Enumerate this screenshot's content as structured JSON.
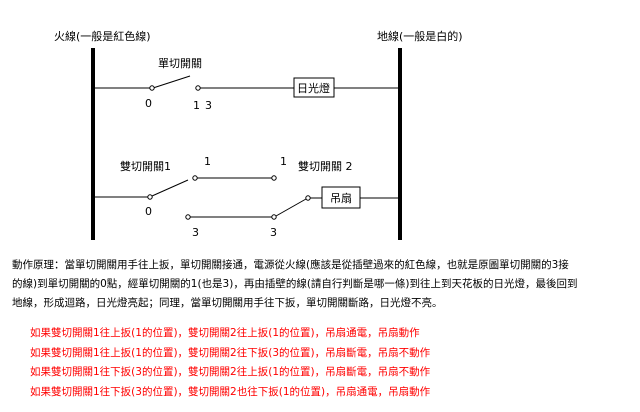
{
  "labels": {
    "live_wire": "火線(一般是紅色線)",
    "neutral_wire": "地線(一般是白的)",
    "single_switch": "單切開關",
    "single_pos_0": "0",
    "single_pos_1": "1",
    "single_pos_3": "3",
    "lamp": "日光燈",
    "dual_switch_1": "雙切開關1",
    "dual_switch_2": "雙切開關 2",
    "sw1_pos_1": "1",
    "sw1_pos_0": "0",
    "sw1_pos_3": "3",
    "sw2_pos_1": "1",
    "sw2_pos_3": "3",
    "fan": "吊扇"
  },
  "description": {
    "line1": "動作原理：當單切開關用手往上扳，單切開關接通，電源從火線(應該是從插壁過來的紅色線，也就是原圖單切開關的3接",
    "line2": "的線)到單切開關的0點，經單切開關的1(也是3)，再由插壁的線(請自行判斷是哪一條)到往上到天花板的日光燈，最後回到",
    "line3": "地線，形成迴路，日光燈亮起；同理，當單切開關用手往下扳，單切開關斷路，日光燈不亮。"
  },
  "conditions": [
    "如果雙切開關1往上扳(1的位置)，雙切開關2往上扳(1的位置)，吊扇通電，吊扇動作",
    "如果雙切開關1往上扳(1的位置)，雙切開關2往下扳(3的位置)，吊扇斷電，吊扇不動作",
    "如果雙切開關1往下扳(3的位置)，雙切開關2往上扳(1的位置)，吊扇斷電，吊扇不動作",
    "如果雙切開關1往下扳(3的位置)，雙切開關2也往下扳(1的位置)，吊扇通電，吊扇動作"
  ],
  "colors": {
    "text": "#000000",
    "conditions": "#ff0000",
    "background": "#ffffff"
  }
}
